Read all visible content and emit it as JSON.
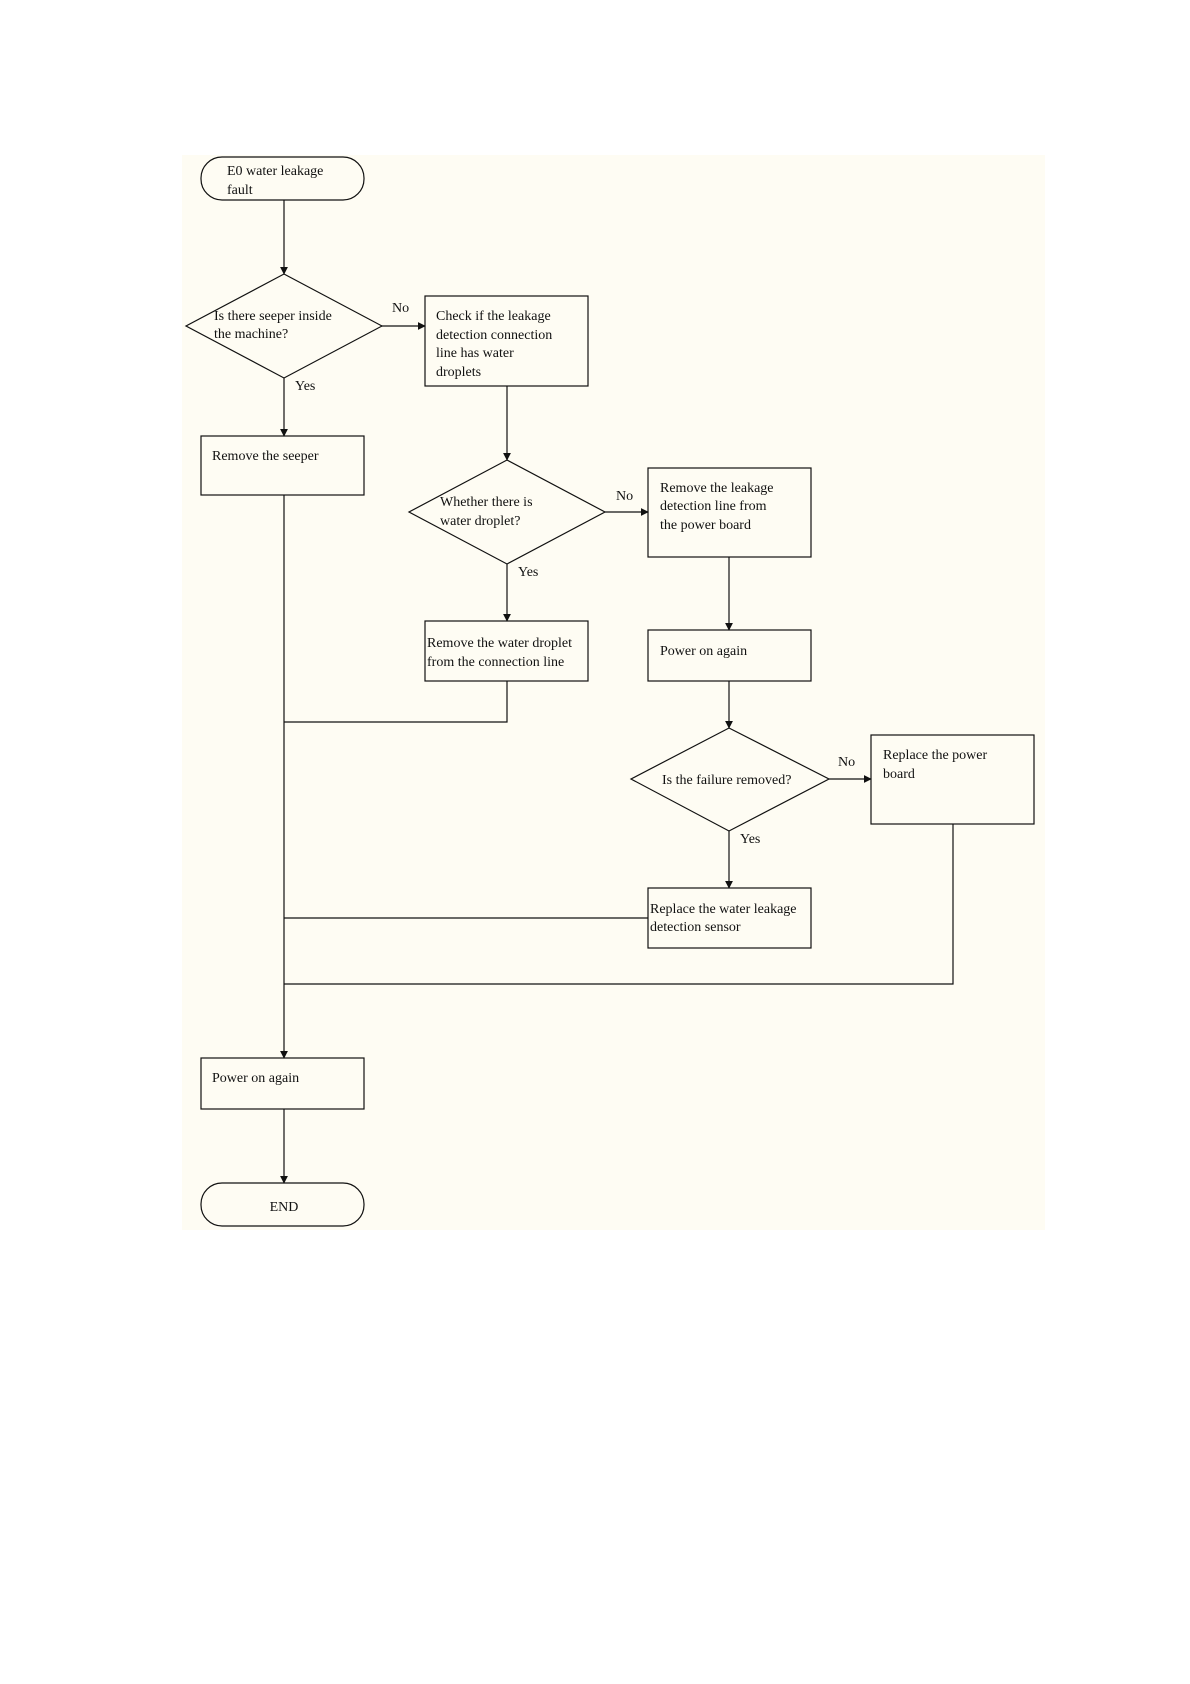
{
  "flowchart": {
    "nodes": {
      "start": {
        "lines": [
          "E0 water leakage",
          "fault"
        ]
      },
      "q_seeper": {
        "lines": [
          "Is there seeper inside",
          "the machine?"
        ]
      },
      "check_line": {
        "lines": [
          "Check if the leakage",
          "detection connection",
          "line has water",
          "droplets"
        ]
      },
      "remove_seeper": {
        "lines": [
          "Remove the seeper"
        ]
      },
      "q_droplet": {
        "lines": [
          "Whether there is",
          "water droplet?"
        ]
      },
      "remove_line": {
        "lines": [
          "Remove the leakage",
          "detection line from",
          "the power board"
        ]
      },
      "remove_droplet": {
        "lines": [
          "Remove the water droplet",
          "from the connection line"
        ]
      },
      "power_on_1": {
        "lines": [
          "Power on again"
        ]
      },
      "q_failure": {
        "lines": [
          "Is the failure removed?"
        ]
      },
      "replace_board": {
        "lines": [
          "Replace the power",
          "board"
        ]
      },
      "replace_sensor": {
        "lines": [
          "Replace the water leakage",
          "detection sensor"
        ]
      },
      "power_on_2": {
        "lines": [
          "Power on again"
        ]
      },
      "end": {
        "lines": [
          "END"
        ]
      }
    },
    "edge_labels": {
      "seeper_no": "No",
      "seeper_yes": "Yes",
      "droplet_no": "No",
      "droplet_yes": "Yes",
      "failure_no": "No",
      "failure_yes": "Yes"
    },
    "colors": {
      "background": "#fefcf3",
      "stroke": "#111111"
    }
  }
}
